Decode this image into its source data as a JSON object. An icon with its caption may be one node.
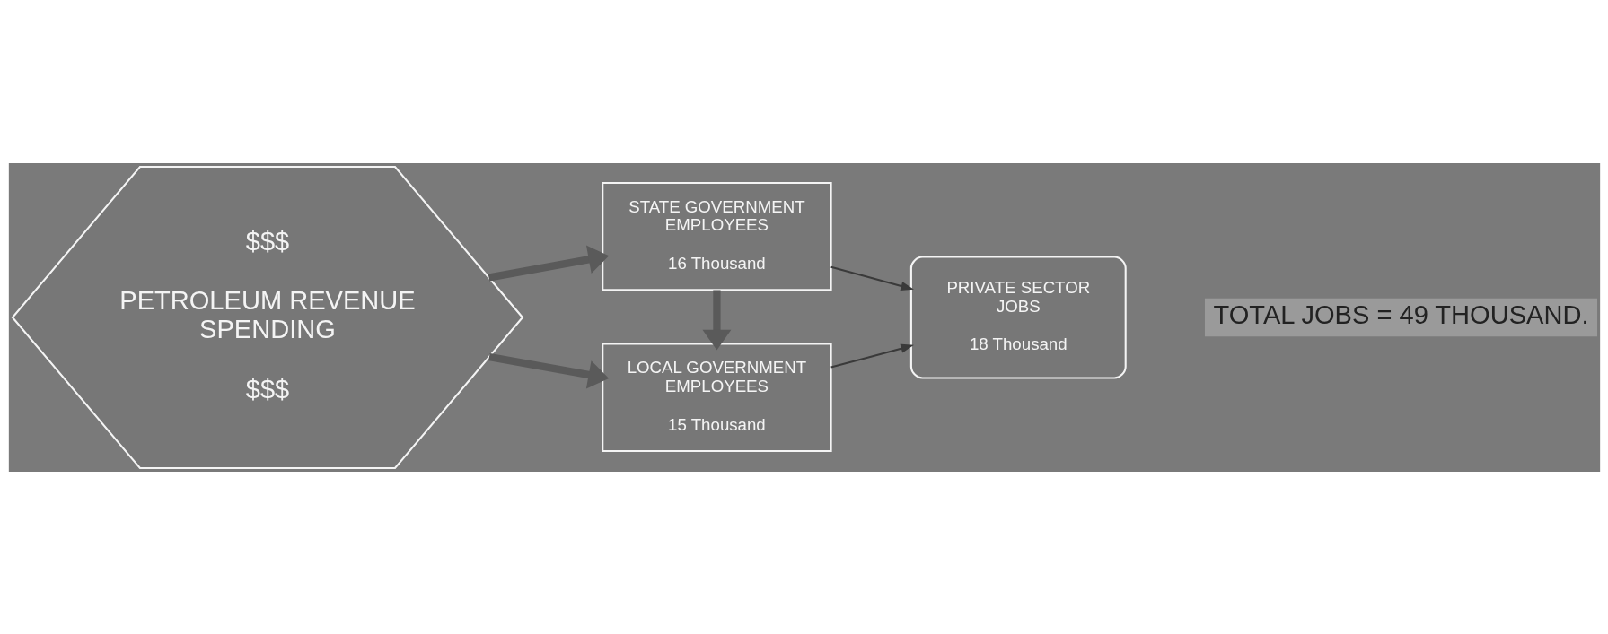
{
  "diagram": {
    "nodes": [
      {
        "text": [
          "$$$",
          "PETROLEUM REVENUE SPENDING",
          "$$$"
        ]
      },
      {
        "text": [
          "STATE GOVERNMENT EMPLOYEES",
          "16 Thousand"
        ]
      },
      {
        "text": [
          "LOCAL GOVERNMENT EMPLOYEES",
          "15 Thousand"
        ]
      },
      {
        "text": [
          "PRIVATE SECTOR JOBS",
          "18 Thousand"
        ]
      }
    ],
    "edges": [
      {
        "from": 0,
        "to": 1,
        "arrow": "to"
      },
      {
        "from": 0,
        "to": 2,
        "arrow": "to"
      },
      {
        "from": 1,
        "to": 2,
        "arrow": "to"
      },
      {
        "from": 1,
        "to": 3,
        "arrow": "to",
        "color": "#3a3a3a"
      },
      {
        "from": 2,
        "to": 3,
        "arrow": "to",
        "color": "#3a3a3a"
      }
    ],
    "labels": [
      "TOTAL JOBS = 49 THOUSAND."
    ]
  }
}
